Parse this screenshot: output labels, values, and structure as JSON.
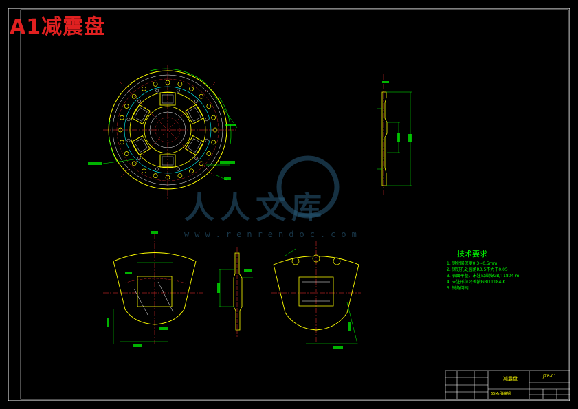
{
  "title": "A1减震盘",
  "watermark": {
    "text": "人人文库",
    "url": "www.renrendoc.com"
  },
  "tech_requirements": {
    "heading": "技术要求",
    "items": [
      "1. 钢化层深度0.3~0.5mm",
      "2. 铆钉孔处圆角R0.5不大于0.05",
      "3. 表面平整，未注公差按GB/T1804-m",
      "4. 未注形位公差按GB/T1184-K",
      "5. 锐角倒钝"
    ]
  },
  "title_block": {
    "part_name": "减震盘",
    "material": "65Mn弹簧钢",
    "drawing_no": "JZP-01"
  },
  "colors": {
    "background": "#000000",
    "frame": "#ffffff",
    "outline": "#ffff00",
    "dimension": "#00ff00",
    "centerline": "#ff3030",
    "hidden": "#00ffff",
    "title": "#e02020"
  }
}
